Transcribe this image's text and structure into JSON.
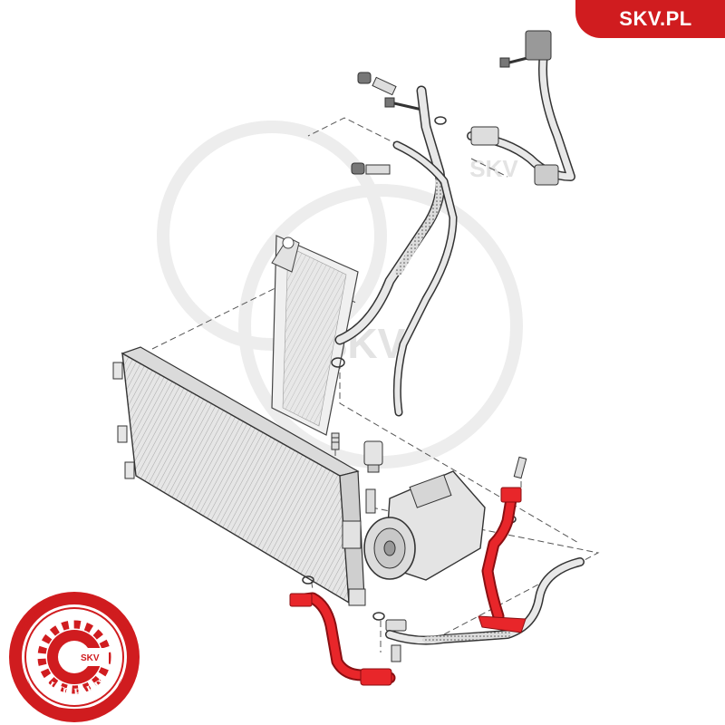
{
  "brand": {
    "site_label": "SKV.PL",
    "color": "#d01c1f"
  },
  "seal": {
    "ring_text_top": "AFTERMARKET PRICE · OF QUALITY",
    "ring_text_bottom": "AUTO PARTS",
    "center_label": "SKV",
    "color": "#d01c1f"
  },
  "watermark": {
    "text": "SKV",
    "color": "#e8e8e8"
  },
  "diagram": {
    "highlight_color": "#e8262a",
    "line_color": "#333333",
    "part_fill": "#ececec",
    "leader_color": "#555555"
  }
}
